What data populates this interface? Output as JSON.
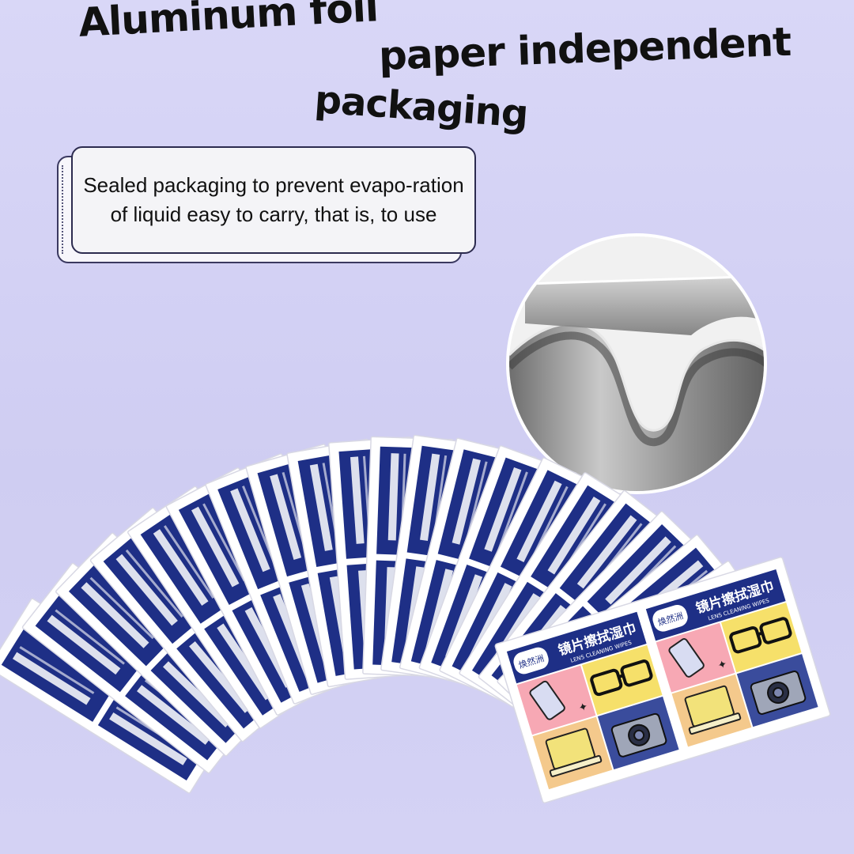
{
  "headline": {
    "line1": "Aluminum foil",
    "line2": "paper independent",
    "line3": "packaging"
  },
  "note": {
    "text": "Sealed packaging to prevent evapo-ration of liquid easy to carry, that is, to use"
  },
  "packet": {
    "title_cn": "镜片擦拭湿巾",
    "title_en": "LENS CLEANING WIPES",
    "brand": "焕然洲"
  },
  "colors": {
    "background": "#d6d4f5",
    "packet_blue": "#1e2f86",
    "foil_gray": "#9a9a9a"
  },
  "icons": [
    "aluminum-foil-photo",
    "glasses-icon",
    "camera-icon",
    "phone-icon",
    "laptop-icon",
    "sparkle-icon"
  ]
}
